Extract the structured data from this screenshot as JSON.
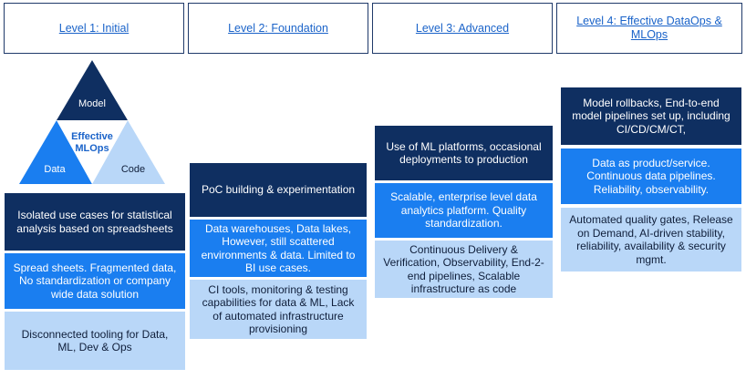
{
  "headers": [
    "Level 1: Initial",
    "Level 2: Foundation",
    "Level 3: Advanced",
    "Level 4: Effective DataOps & MLOps"
  ],
  "triangle": {
    "top": "Model",
    "left": "Data",
    "right": "Code",
    "center_line1": "Effective",
    "center_line2": "MLOps",
    "colors": {
      "top": "#0f2f61",
      "left": "#1a7ef0",
      "right": "#b9d7f8",
      "center": "#ffffff"
    }
  },
  "levels": [
    {
      "dark": "Isolated use cases for statistical analysis based on spreadsheets",
      "mid": "Spread sheets. Fragmented data, No standardization or company wide data solution",
      "light": "Disconnected tooling for Data, ML, Dev & Ops"
    },
    {
      "dark": "PoC building & experimentation",
      "mid": "Data warehouses, Data lakes, However, still scattered environments & data. Limited to BI use cases.",
      "light": "CI tools, monitoring & testing capabilities for data & ML, Lack of automated infrastructure provisioning"
    },
    {
      "dark": "Use of ML platforms, occasional deployments to production",
      "mid": "Scalable, enterprise level data analytics platform. Quality standardization.",
      "light": "Continuous Delivery & Verification, Observability, End-2-end pipelines, Scalable infrastructure as code"
    },
    {
      "dark": "Model rollbacks, End-to-end model pipelines set up, including CI/CD/CM/CT,",
      "mid": "Data as product/service. Continuous data pipelines. Reliability, observability.",
      "light": "Automated quality gates, Release on Demand, AI-driven stability, reliability, availability & security mgmt."
    }
  ],
  "colors": {
    "dark": "#0f2f61",
    "mid": "#1a7ef0",
    "light": "#b9d7f8",
    "link": "#1a63c9"
  }
}
